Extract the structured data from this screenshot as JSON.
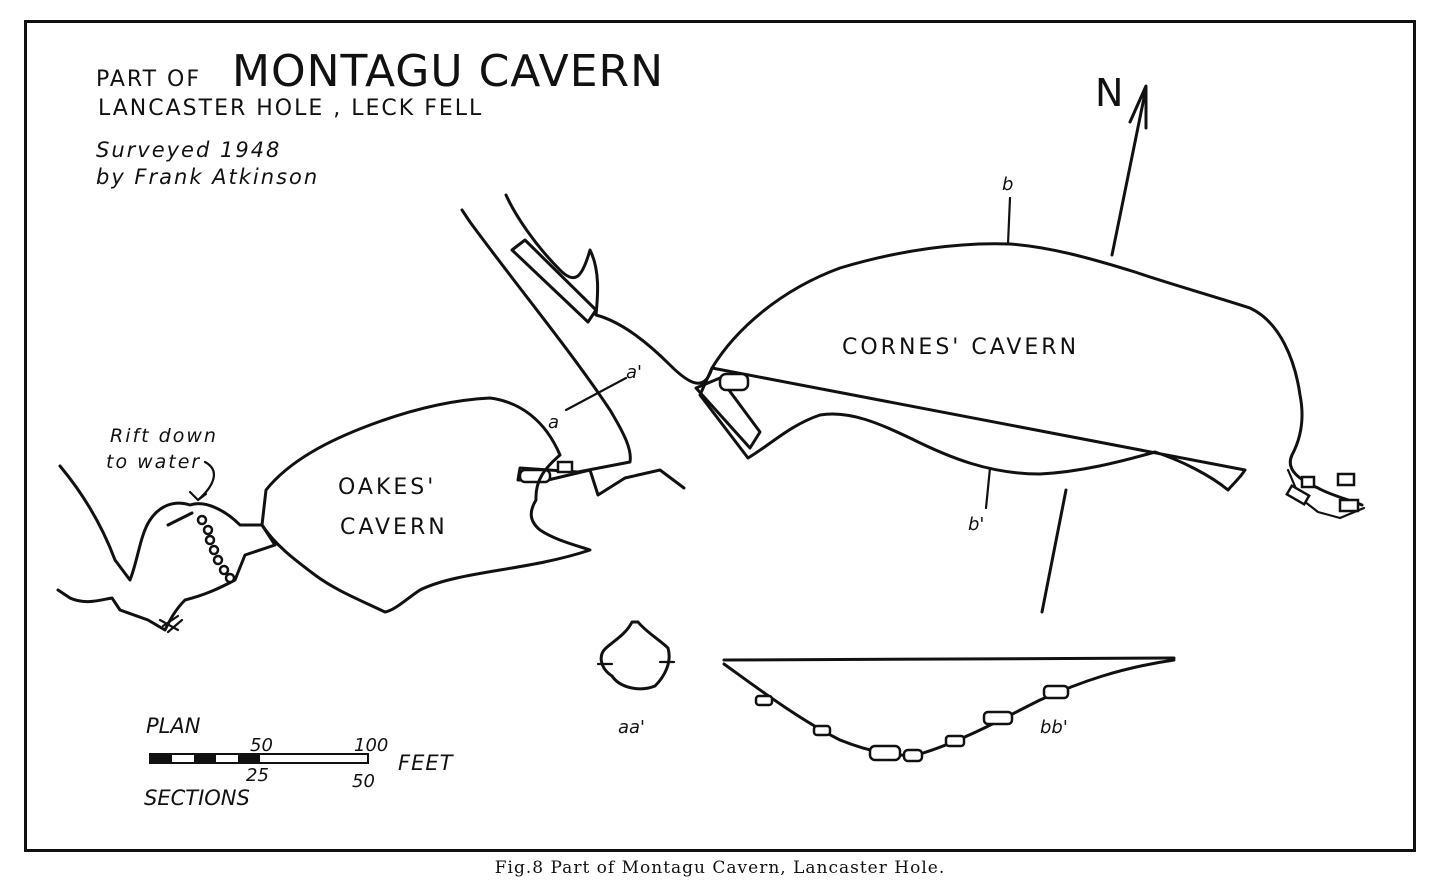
{
  "title": {
    "prefix": "PART OF",
    "main": "MONTAGU CAVERN",
    "subtitle": "LANCASTER HOLE , LECK FELL"
  },
  "survey": {
    "line1": "Surveyed 1948",
    "line2": "by Frank Atkinson"
  },
  "north_label": "N",
  "labels": {
    "cornes": "CORNES' CAVERN",
    "oakes_1": "OAKES'",
    "oakes_2": "CAVERN",
    "rift_1": "Rift down",
    "rift_2": "to water",
    "section_a": "a",
    "section_a_prime": "a'",
    "section_b": "b",
    "section_b_prime": "b'",
    "section_aa": "aa'",
    "section_bb": "bb'"
  },
  "scale": {
    "plan_label": "PLAN",
    "sections_label": "SECTIONS",
    "unit": "FEET",
    "plan_ticks": [
      "50",
      "100"
    ],
    "section_ticks": [
      "25",
      "50"
    ]
  },
  "caption": "Fig.8  Part of Montagu Cavern, Lancaster Hole."
}
